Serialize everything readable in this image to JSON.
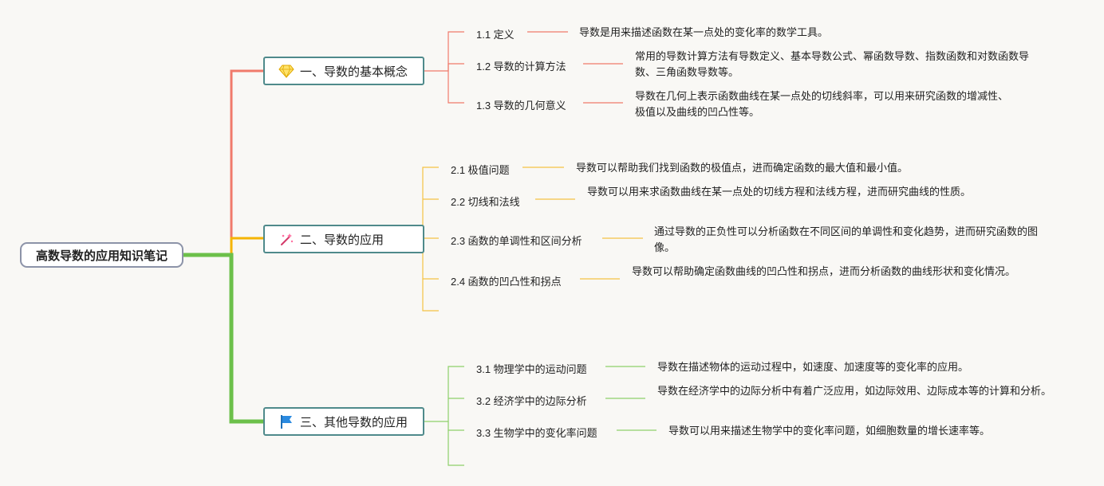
{
  "root": {
    "title": "高数导数的应用知识笔记"
  },
  "branches": [
    {
      "title": "一、导数的基本概念",
      "icon": "gem-icon",
      "color": "#f07a6b",
      "items": [
        {
          "label": "1.1 定义",
          "desc": "导数是用来描述函数在某一点处的变化率的数学工具。"
        },
        {
          "label": "1.2 导数的计算方法",
          "desc": "常用的导数计算方法有导数定义、基本导数公式、幂函数导数、指数函数和对数函数导数、三角函数导数等。"
        },
        {
          "label": "1.3 导数的几何意义",
          "desc": "导数在几何上表示函数曲线在某一点处的切线斜率，可以用来研究函数的增减性、极值以及曲线的凹凸性等。"
        }
      ]
    },
    {
      "title": "二、导数的应用",
      "icon": "magic-wand-icon",
      "color": "#f5b400",
      "items": [
        {
          "label": "2.1 极值问题",
          "desc": "导数可以帮助我们找到函数的极值点，进而确定函数的最大值和最小值。"
        },
        {
          "label": "2.2 切线和法线",
          "desc": "导数可以用来求函数曲线在某一点处的切线方程和法线方程，进而研究曲线的性质。"
        },
        {
          "label": "2.3 函数的单调性和区间分析",
          "desc": "通过导数的正负性可以分析函数在不同区间的单调性和变化趋势，进而研究函数的图像。"
        },
        {
          "label": "2.4 函数的凹凸性和拐点",
          "desc": "导数可以帮助确定函数曲线的凹凸性和拐点，进而分析函数的曲线形状和变化情况。"
        }
      ]
    },
    {
      "title": "三、其他导数的应用",
      "icon": "flag-icon",
      "color": "#6cc04a",
      "items": [
        {
          "label": "3.1 物理学中的运动问题",
          "desc": "导数在描述物体的运动过程中，如速度、加速度等的变化率的应用。"
        },
        {
          "label": "3.2 经济学中的边际分析",
          "desc": "导数在经济学中的边际分析中有着广泛应用，如边际效用、边际成本等的计算和分析。"
        },
        {
          "label": "3.3 生物学中的变化率问题",
          "desc": "导数可以用来描述生物学中的变化率问题，如细胞数量的增长速率等。"
        }
      ]
    }
  ]
}
